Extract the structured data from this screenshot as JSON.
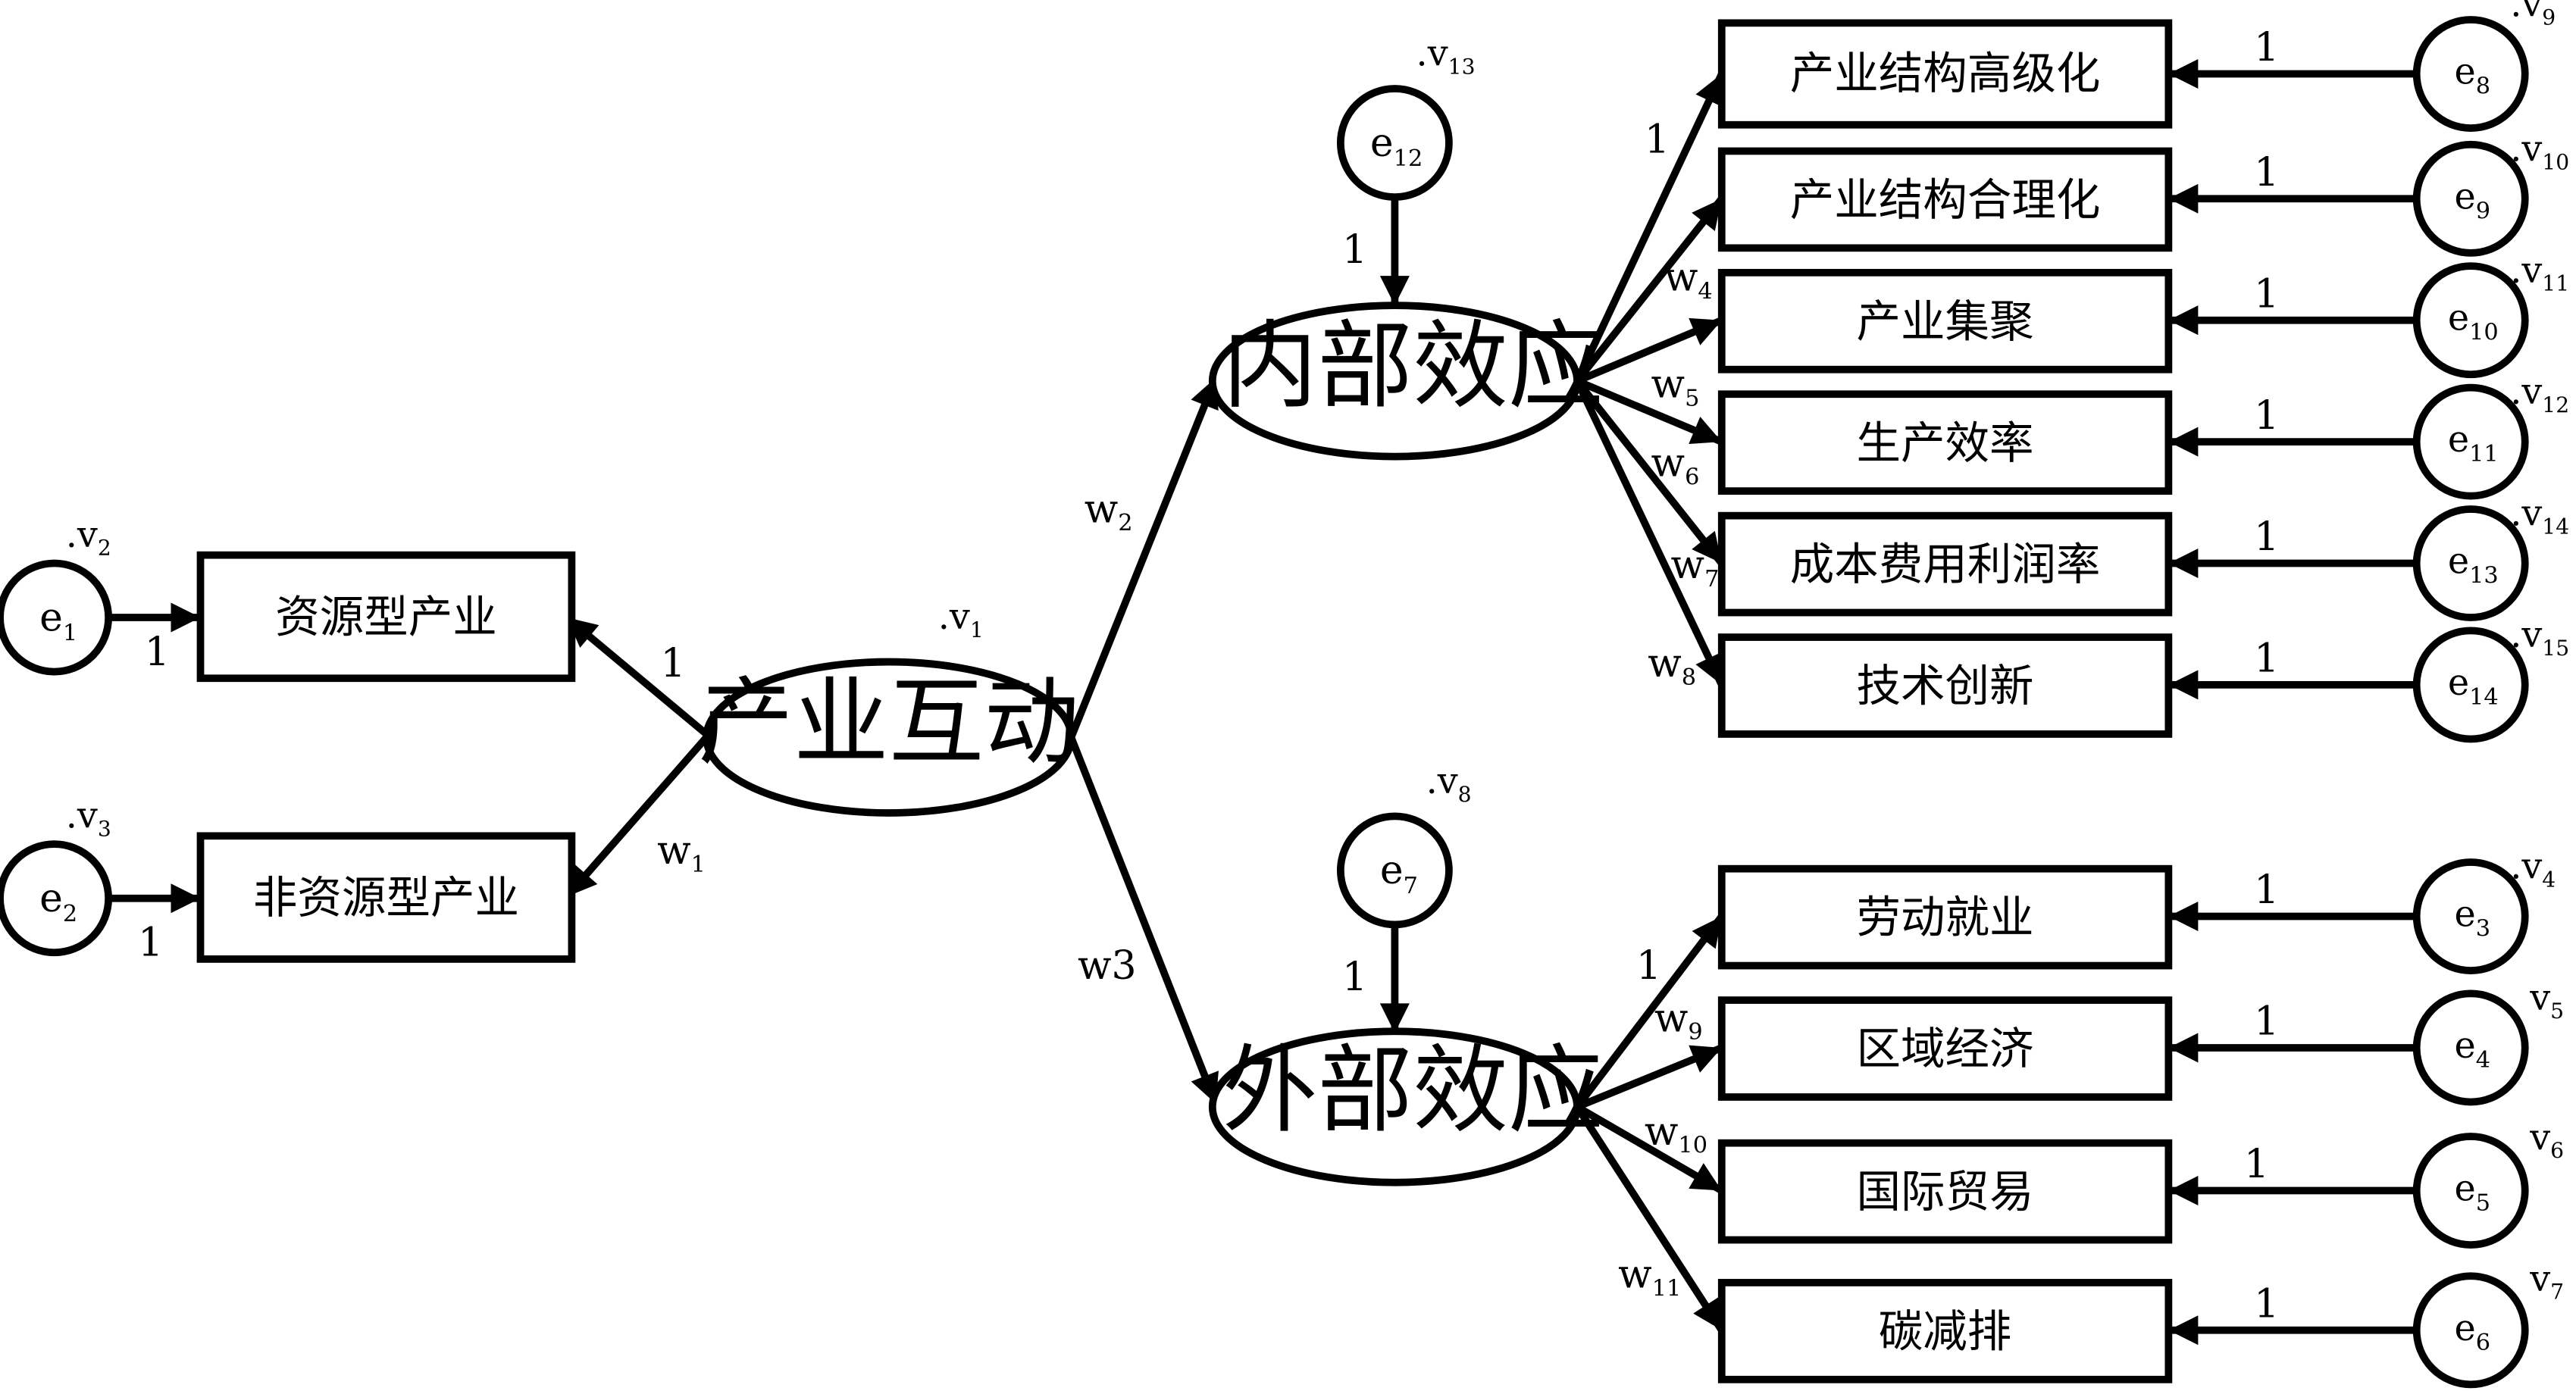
{
  "latent": {
    "interaction": "产业互动",
    "internal": "内部效应",
    "external": "外部效应"
  },
  "indicators": {
    "resource": "资源型产业",
    "nonresource": "非资源型产业",
    "upgrade": "产业结构高级化",
    "rationalize": "产业结构合理化",
    "agglomeration": "产业集聚",
    "productivity": "生产效率",
    "profit": "成本费用利润率",
    "innovation": "技术创新",
    "employment": "劳动就业",
    "regional": "区域经济",
    "trade": "国际贸易",
    "carbon": "碳减排"
  },
  "errors": {
    "e1": {
      "base": "e",
      "sub": "1"
    },
    "e2": {
      "base": "e",
      "sub": "2"
    },
    "e3": {
      "base": "e",
      "sub": "3"
    },
    "e4": {
      "base": "e",
      "sub": "4"
    },
    "e5": {
      "base": "e",
      "sub": "5"
    },
    "e6": {
      "base": "e",
      "sub": "6"
    },
    "e7": {
      "base": "e",
      "sub": "7"
    },
    "e8": {
      "base": "e",
      "sub": "8"
    },
    "e9": {
      "base": "e",
      "sub": "9"
    },
    "e10": {
      "base": "e",
      "sub": "10"
    },
    "e11": {
      "base": "e",
      "sub": "11"
    },
    "e12": {
      "base": "e",
      "sub": "12"
    },
    "e13": {
      "base": "e",
      "sub": "13"
    },
    "e14": {
      "base": "e",
      "sub": "14"
    }
  },
  "variances": {
    "v1": {
      "base": ".v",
      "sub": "1"
    },
    "v2": {
      "base": ".v",
      "sub": "2"
    },
    "v3": {
      "base": ".v",
      "sub": "3"
    },
    "v4": {
      "base": ".v",
      "sub": "4"
    },
    "v5": {
      "base": "v",
      "sub": "5"
    },
    "v6": {
      "base": "v",
      "sub": "6"
    },
    "v7": {
      "base": "v",
      "sub": "7"
    },
    "v8": {
      "base": ".v",
      "sub": "8"
    },
    "v9": {
      "base": ".v",
      "sub": "9"
    },
    "v10": {
      "base": ".v",
      "sub": "10"
    },
    "v11": {
      "base": ".v",
      "sub": "11"
    },
    "v12": {
      "base": ".v",
      "sub": "12"
    },
    "v13": {
      "base": ".v",
      "sub": "13"
    },
    "v14": {
      "base": ".v",
      "sub": "14"
    },
    "v15": {
      "base": ".v",
      "sub": "15"
    }
  },
  "weights": {
    "one": "1",
    "w1": {
      "base": "w",
      "sub": "1"
    },
    "w2": {
      "base": "w",
      "sub": "2"
    },
    "w3": "w3",
    "w4": {
      "base": "w",
      "sub": "4"
    },
    "w5": {
      "base": "w",
      "sub": "5"
    },
    "w6": {
      "base": "w",
      "sub": "6"
    },
    "w7": {
      "base": "w",
      "sub": "7"
    },
    "w8": {
      "base": "w",
      "sub": "8"
    },
    "w9": {
      "base": "w",
      "sub": "9"
    },
    "w10": {
      "base": "w",
      "sub": "10"
    },
    "w11": {
      "base": "w",
      "sub": "11"
    }
  }
}
